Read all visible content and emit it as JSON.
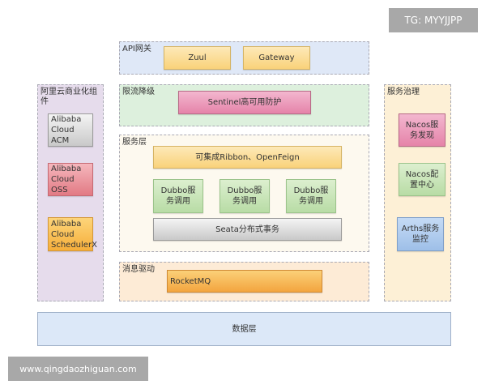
{
  "watermarks": {
    "top_right": "TG: MYYJJPP",
    "bottom_left": "www.qingdaozhiguan.com"
  },
  "api_gateway": {
    "label": "API网关",
    "nodes": [
      "Zuul",
      "Gateway"
    ]
  },
  "left_panel": {
    "label": "阿里云商业化组件",
    "nodes": [
      "Alibaba Cloud ACM",
      "Alibaba Cloud OSS",
      "Alibaba Cloud SchedulerX"
    ]
  },
  "rate_limit": {
    "label": "限流降级",
    "node": "Sentinel高可用防护"
  },
  "service_layer": {
    "label": "服务层",
    "integration": "可集成Ribbon、OpenFeign",
    "dubbo_nodes": [
      "Dubbo服务调用",
      "Dubbo服务调用",
      "Dubbo服务调用"
    ],
    "transaction": "Seata分布式事务"
  },
  "message_driven": {
    "label": "消息驱动",
    "node": "RocketMQ"
  },
  "right_panel": {
    "label": "服务治理",
    "nodes": [
      "Nacos服务发现",
      "Nacos配置中心",
      "Arths服务监控"
    ]
  },
  "data_layer": {
    "label": "数据层"
  },
  "colors": {
    "api_gateway_bg": "#dfe8f7",
    "left_panel_bg": "#e6dcec",
    "rate_limit_bg": "#ddf0dd",
    "service_layer_bg": "#fdf9ef",
    "message_bg": "#fdebd6",
    "right_panel_bg": "#fdf0d6",
    "data_layer_bg": "#dce8f8"
  }
}
